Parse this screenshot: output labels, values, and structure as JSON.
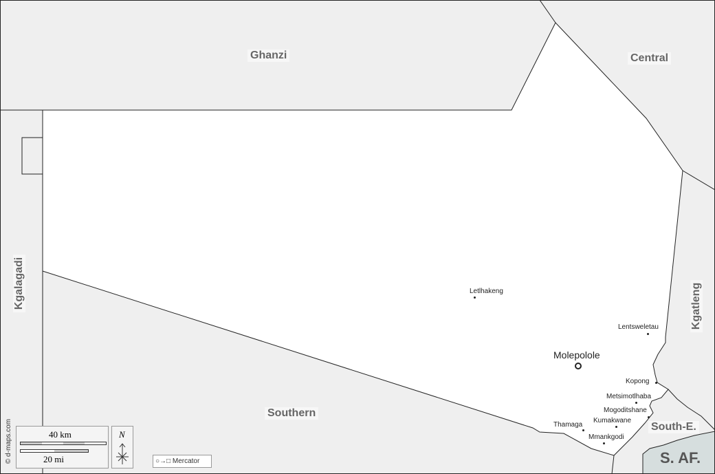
{
  "map": {
    "regions": {
      "ghanzi": "Ghanzi",
      "central": "Central",
      "kgalagadi": "Kgalagadi",
      "kgatleng": "Kgatleng",
      "southern": "Southern",
      "south_east": "South-E.",
      "south_africa": "S. AF."
    },
    "capital": "Molepolole",
    "places": [
      "Letlhakeng",
      "Lentsweletau",
      "Kopong",
      "Metsimotlhaba",
      "Mogoditshane",
      "Kumakwane",
      "Thamaga",
      "Mmankgodi"
    ],
    "colors": {
      "district": "#ffffff",
      "neighbors": "#efefef",
      "foreign": "#d6dede",
      "border": "#222222"
    }
  },
  "scale": {
    "km": "40 km",
    "mi": "20 mi"
  },
  "north": "N",
  "projection": "Mercator",
  "credit": "© d-maps.com"
}
